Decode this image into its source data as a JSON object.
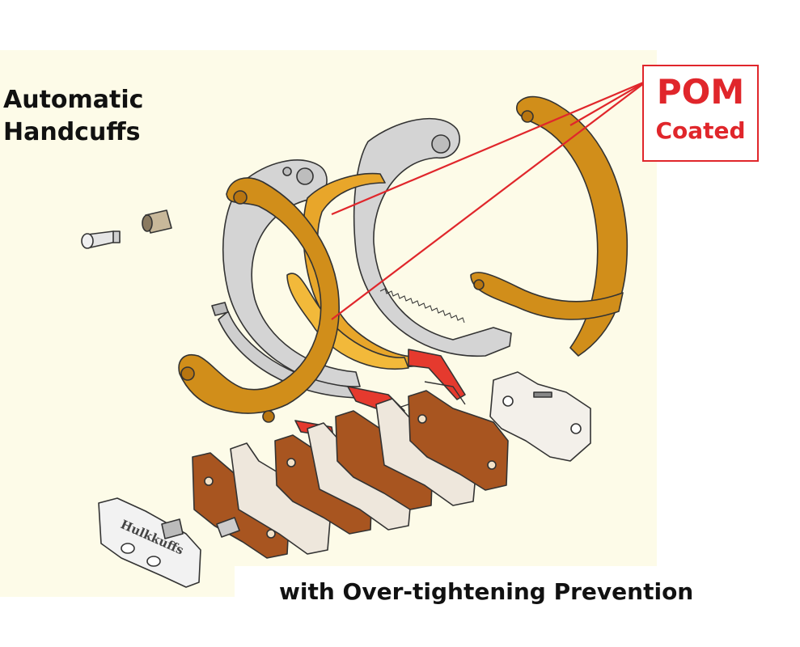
{
  "title": {
    "line1": "Automatic",
    "line2": "Handcuffs"
  },
  "callout": {
    "line1": "POM",
    "line2": "Coated",
    "color": "#e0262b"
  },
  "caption": "with Over-tightening Prevention",
  "plate_engraving": "Hulkkuffs",
  "colors": {
    "background_panel": "#fdfbe8",
    "pom_orange": "#d18e1a",
    "steel_grey": "#d4d4d4",
    "red_parts": "#e53a2e",
    "brown_plates": "#a85520",
    "outline": "#333333"
  }
}
